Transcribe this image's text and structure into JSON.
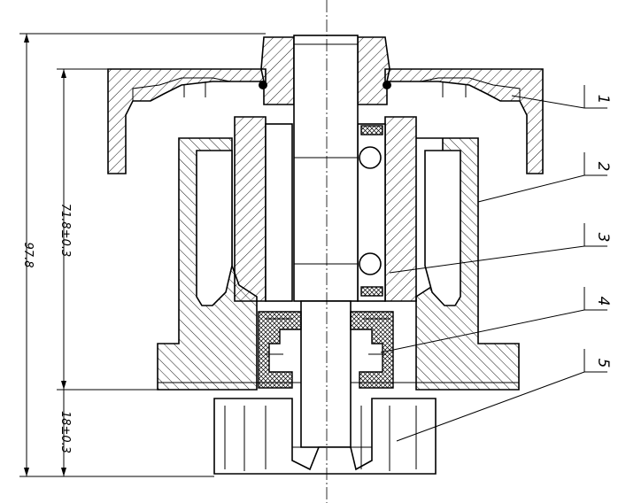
{
  "dimensions": {
    "total_height": "97.8",
    "impeller_to_flange": "71.8±0.3",
    "impeller_height": "18±0.3"
  },
  "part_labels": [
    "1",
    "2",
    "3",
    "4",
    "5"
  ],
  "colors": {
    "line": "#000000",
    "background": "#ffffff"
  }
}
